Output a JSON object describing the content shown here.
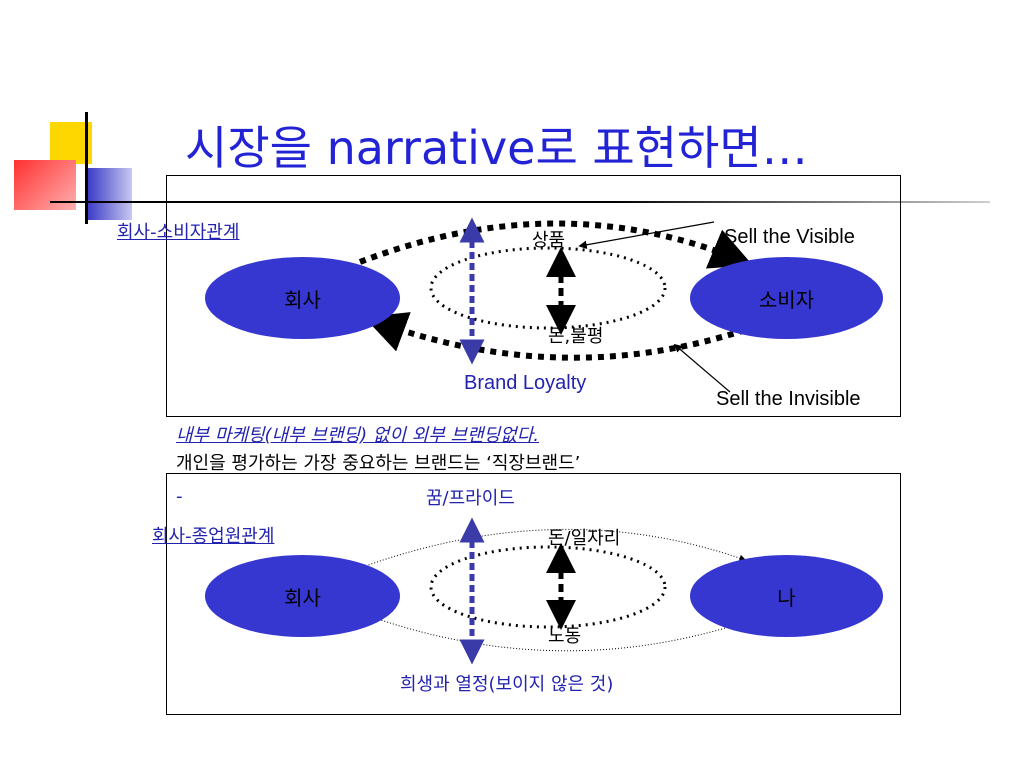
{
  "slide": {
    "title": "시장을 narrative로 표현하면…"
  },
  "colors": {
    "title": "#2323d6",
    "ellipse_fill": "#3636d0",
    "arrow_blue": "#3a3aa8",
    "deco_yellow": "#ffd700",
    "deco_red": "#ff3030",
    "deco_blue": "#3c3cc8"
  },
  "panel1": {
    "section_label": "회사-소비자관계",
    "left_node": "회사",
    "right_node": "소비자",
    "top_label": "상품",
    "bottom_label": "돈,불평",
    "center_label": "Brand Loyalty",
    "callout_top": "Sell the Visible",
    "callout_bottom": "Sell the Invisible"
  },
  "middle_text": {
    "line1": "내부 마케팅(내부 브랜딩) 없이 외부 브랜딩없다.",
    "line2": "개인을 평가하는 가장 중요하는 브랜드는 ‘직장브랜드’",
    "dash": "-"
  },
  "panel2": {
    "section_label": "회사-종업원관계",
    "left_node": "회사",
    "right_node": "나",
    "top_outer_label": "꿈/프라이드",
    "top_label": "돈/일자리",
    "bottom_label": "노동",
    "bottom_outer_label": "희생과 열정(보이지 않은 것)"
  }
}
